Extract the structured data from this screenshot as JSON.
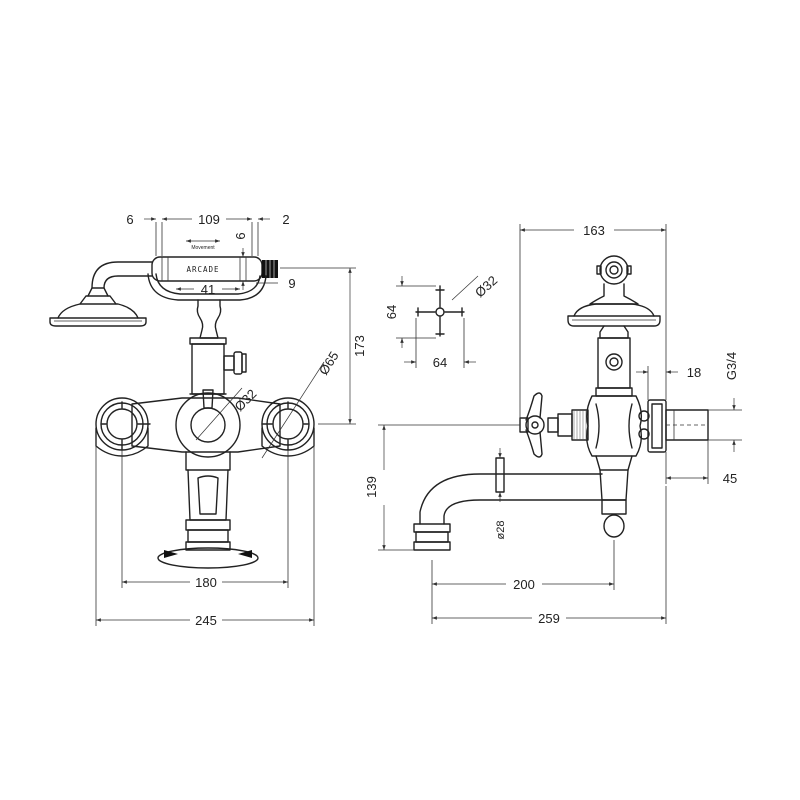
{
  "front_view": {
    "dims": {
      "d6_left": "6",
      "d109": "109",
      "d2": "2",
      "d6_vertical": "6",
      "d41": "41",
      "d9": "9",
      "d173": "173",
      "d65": "Ø65",
      "d32": "Ø32",
      "d180": "180",
      "d245": "245"
    },
    "brand_text": "ARCADE",
    "movement_label": "Movement"
  },
  "detail_view": {
    "dims": {
      "d64_vertical": "64",
      "d64_horizontal": "64",
      "d32": "Ø32"
    }
  },
  "side_view": {
    "dims": {
      "d163": "163",
      "d18": "18",
      "thread": "G3/4",
      "d45": "45",
      "d139": "139",
      "d28": "ø28",
      "d200": "200",
      "d259": "259"
    }
  }
}
